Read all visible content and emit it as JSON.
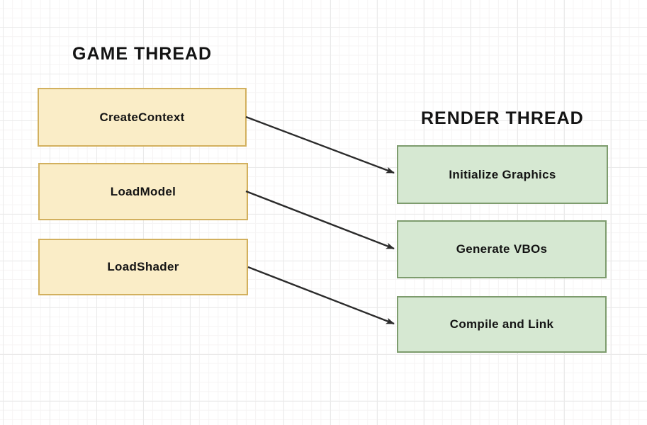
{
  "diagram": {
    "columns": [
      {
        "title": "GAME THREAD",
        "nodes": [
          {
            "label": "CreateContext"
          },
          {
            "label": "LoadModel"
          },
          {
            "label": "LoadShader"
          }
        ]
      },
      {
        "title": "RENDER THREAD",
        "nodes": [
          {
            "label": "Initialize Graphics"
          },
          {
            "label": "Generate VBOs"
          },
          {
            "label": "Compile and Link"
          }
        ]
      }
    ],
    "connections": [
      {
        "from": "CreateContext",
        "to": "Initialize Graphics"
      },
      {
        "from": "LoadModel",
        "to": "Generate VBOs"
      },
      {
        "from": "LoadShader",
        "to": "Compile and Link"
      }
    ],
    "colors": {
      "task_fill": "#FAEDC7",
      "task_border": "#D2B05E",
      "result_fill": "#D6E8D2",
      "result_border": "#7E9C6E",
      "arrow": "#2B2B2B",
      "grid_minor": "#F6F4F4",
      "grid_major": "#EAEAEA",
      "background": "#FFFFFF",
      "text": "#141414"
    }
  }
}
